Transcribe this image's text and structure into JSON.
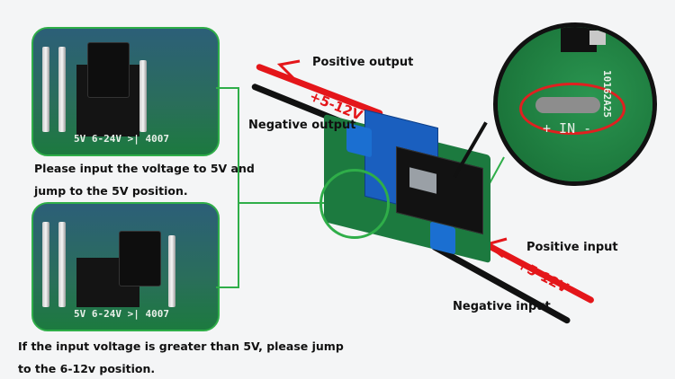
{
  "texts": {
    "positive_output": "Positive output",
    "negative_output": "Negative output",
    "voltage_output": "+5-12V",
    "positive_input": "Positive input",
    "negative_input": "Negative input",
    "voltage_input": "+5-12V",
    "instruction_5v_line1": "Please input the voltage to 5V and",
    "instruction_5v_line2": "jump to the 5V position.",
    "instruction_6v_line1": "If the input voltage is greater than 5V, please jump",
    "instruction_6v_line2": "to the 6-12v position.",
    "inset_silk_top": "5V   6-24V  >| 4007",
    "inset_silk_bottom": "5V   6-24V  >| 4007",
    "circle_in_label": "+ IN -",
    "circle_code": "10162A25"
  },
  "colors": {
    "pcb_green": "#1c7a3f",
    "red_wire": "#e4161a",
    "black_wire": "#111111",
    "relay_blue": "#1a5fbf",
    "highlight_red": "#e02020",
    "frame_green": "#2fae49"
  }
}
